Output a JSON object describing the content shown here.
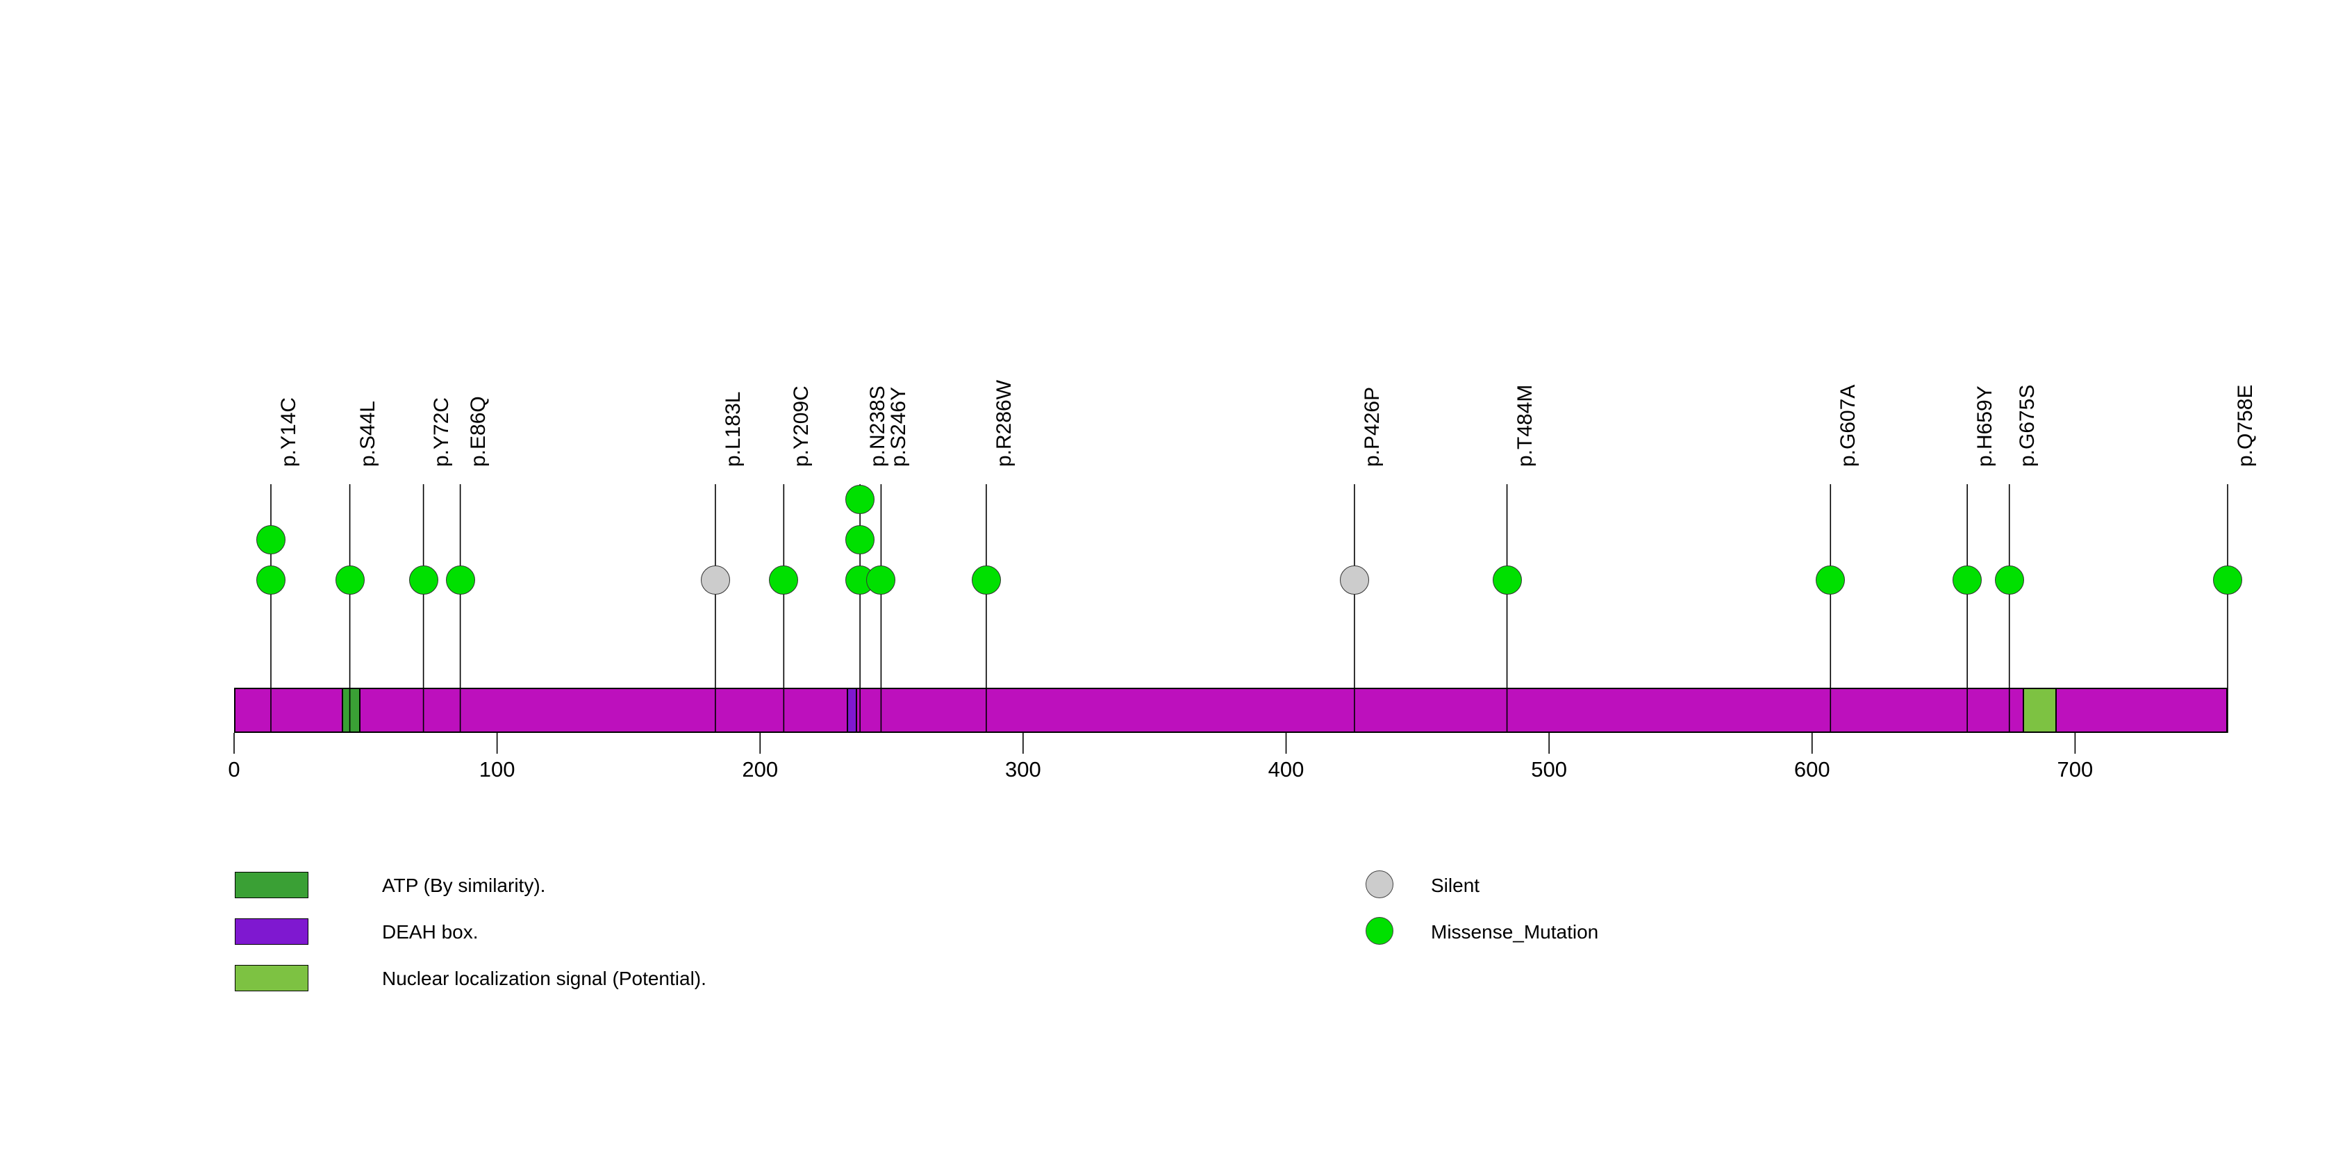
{
  "chart_data": {
    "type": "lollipop",
    "title": "",
    "xlabel": "",
    "ylabel": "",
    "xlim": [
      0,
      758
    ],
    "protein_length": 758,
    "axis": {
      "ticks": [
        0,
        100,
        200,
        300,
        400,
        500,
        600,
        700
      ],
      "tick_labels": [
        "0",
        "100",
        "200",
        "300",
        "400",
        "500",
        "600",
        "700"
      ]
    },
    "backbone": {
      "color": "#BD10BD",
      "start": 0,
      "end": 758
    },
    "domains": [
      {
        "name": "ATP (By similarity).",
        "color": "#3AA035",
        "start": 41,
        "end": 48
      },
      {
        "name": "DEAH box.",
        "color": "#7F18D0",
        "start": 233,
        "end": 237
      },
      {
        "name": "Nuclear localization signal (Potential).",
        "color": "#7DC242",
        "start": 680,
        "end": 693
      }
    ],
    "mutations": [
      {
        "label": "p.Y14C",
        "position": 14,
        "count": 2,
        "type": "Missense_Mutation",
        "color": "#00E000"
      },
      {
        "label": "p.S44L",
        "position": 44,
        "count": 1,
        "type": "Missense_Mutation",
        "color": "#00E000"
      },
      {
        "label": "p.Y72C",
        "position": 72,
        "count": 1,
        "type": "Missense_Mutation",
        "color": "#00E000"
      },
      {
        "label": "p.E86Q",
        "position": 86,
        "count": 1,
        "type": "Missense_Mutation",
        "color": "#00E000"
      },
      {
        "label": "p.L183L",
        "position": 183,
        "count": 1,
        "type": "Silent",
        "color": "#CCCCCC"
      },
      {
        "label": "p.Y209C",
        "position": 209,
        "count": 1,
        "type": "Missense_Mutation",
        "color": "#00E000"
      },
      {
        "label": "p.N238S",
        "position": 238,
        "count": 3,
        "type": "Missense_Mutation",
        "color": "#00E000"
      },
      {
        "label": "p.S246Y",
        "position": 246,
        "count": 1,
        "type": "Missense_Mutation",
        "color": "#00E000"
      },
      {
        "label": "p.R286W",
        "position": 286,
        "count": 1,
        "type": "Missense_Mutation",
        "color": "#00E000"
      },
      {
        "label": "p.P426P",
        "position": 426,
        "count": 1,
        "type": "Silent",
        "color": "#CCCCCC"
      },
      {
        "label": "p.T484M",
        "position": 484,
        "count": 1,
        "type": "Missense_Mutation",
        "color": "#00E000"
      },
      {
        "label": "p.G607A",
        "position": 607,
        "count": 1,
        "type": "Missense_Mutation",
        "color": "#00E000"
      },
      {
        "label": "p.H659Y",
        "position": 659,
        "count": 1,
        "type": "Missense_Mutation",
        "color": "#00E000"
      },
      {
        "label": "p.G675S",
        "position": 675,
        "count": 1,
        "type": "Missense_Mutation",
        "color": "#00E000"
      },
      {
        "label": "p.Q758E",
        "position": 758,
        "count": 1,
        "type": "Missense_Mutation",
        "color": "#00E000"
      }
    ],
    "legend_domains": {
      "position": "bottom-left",
      "items": [
        {
          "label": "ATP (By similarity).",
          "color": "#3AA035"
        },
        {
          "label": "DEAH box.",
          "color": "#7F18D0"
        },
        {
          "label": "Nuclear localization signal (Potential).",
          "color": "#7DC242"
        }
      ]
    },
    "legend_variants": {
      "position": "bottom-center",
      "items": [
        {
          "label": "Silent",
          "color": "#CCCCCC"
        },
        {
          "label": "Missense_Mutation",
          "color": "#00E000"
        }
      ]
    }
  },
  "geometry": {
    "bar_left": 337,
    "bar_right": 3207,
    "bar_top": 990,
    "bar_bottom": 1055,
    "marker_base_y": 835,
    "marker_step": 58,
    "marker_radius": 21,
    "stem_top_y": 697,
    "label_baseline_y": 672,
    "tick_label_y": 1090,
    "tick_len": 30
  }
}
